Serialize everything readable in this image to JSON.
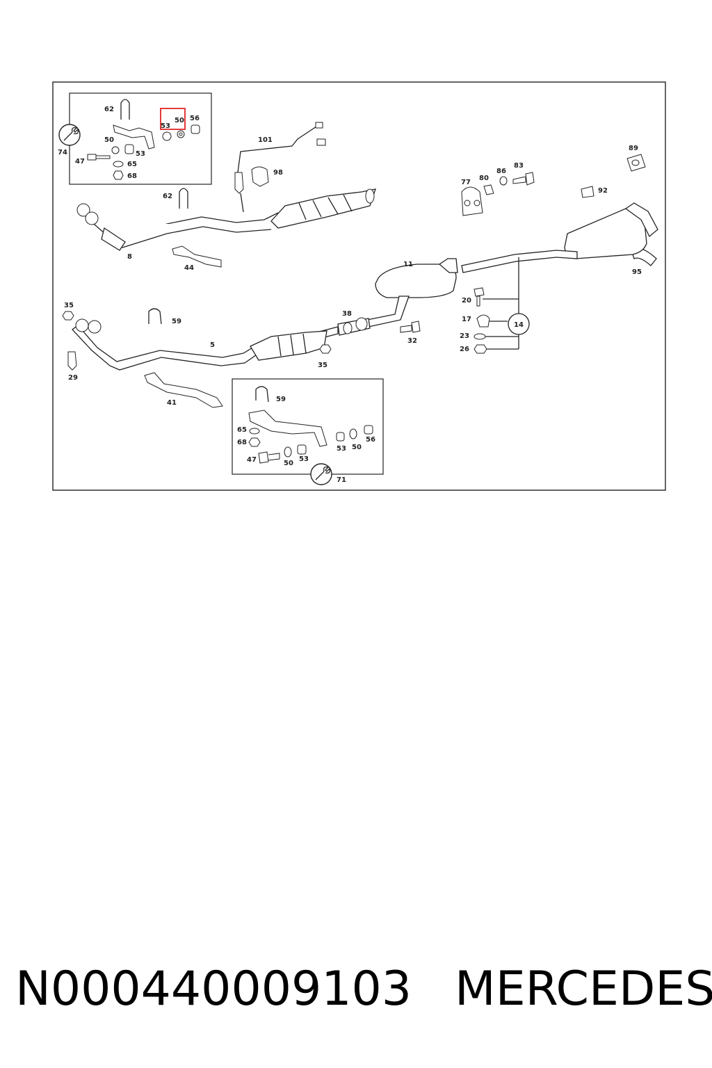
{
  "caption": {
    "part_number": "N000440009103",
    "brand": "MERCEDES"
  },
  "highlight": {
    "color": "#e23b3b",
    "labels": [
      "53",
      "50"
    ]
  },
  "callouts": {
    "l62a": "62",
    "l56a": "56",
    "l53h": "53",
    "l50h": "50",
    "l50a": "50",
    "l53a": "53",
    "l74": "74",
    "l47a": "47",
    "l65a": "65",
    "l68a": "68",
    "l101": "101",
    "l98": "98",
    "l62b": "62",
    "l8": "8",
    "l44": "44",
    "l89": "89",
    "l77": "77",
    "l80": "80",
    "l86": "86",
    "l83": "83",
    "l92": "92",
    "l95": "95",
    "l11": "11",
    "l20": "20",
    "l17": "17",
    "l14": "14",
    "l23": "23",
    "l26": "26",
    "l35a": "35",
    "l59a": "59",
    "l5": "5",
    "l38": "38",
    "l32": "32",
    "l35b": "35",
    "l29": "29",
    "l41": "41",
    "l59b": "59",
    "l65b": "65",
    "l68b": "68",
    "l47b": "47",
    "l50b": "50",
    "l53b": "53",
    "l53c": "53",
    "l50c": "50",
    "l56b": "56",
    "l71": "71"
  },
  "icons": [
    "wrench-icon",
    "wrench-icon"
  ]
}
